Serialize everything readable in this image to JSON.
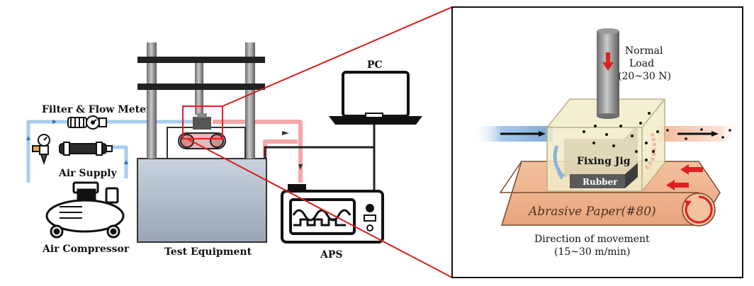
{
  "labels": {
    "filter_flow_meter": "Filter & Flow Meter",
    "air_supply": "Air Supply",
    "air_compressor": "Air Compressor",
    "test_equipment": "Test Equipment",
    "pc": "PC",
    "aps": "APS"
  },
  "detail": {
    "normal_load_line1": "Normal",
    "normal_load_line2": "Load",
    "normal_load_range": "(20~30 N)",
    "fixing_jig": "Fixing Jig",
    "rubber": "Rubber",
    "abrasive_paper": "Abrasive Paper(#80)",
    "direction_line1": "Direction of movement",
    "direction_line2": "(15~30 m/min)"
  },
  "colors": {
    "air_line": "#9ec5ec",
    "sample_line": "#f4a7a7",
    "highlight": "#e02020",
    "frame": "#1a1a1a",
    "paper": "#f1b58e",
    "jig": "#f2ecc9"
  }
}
